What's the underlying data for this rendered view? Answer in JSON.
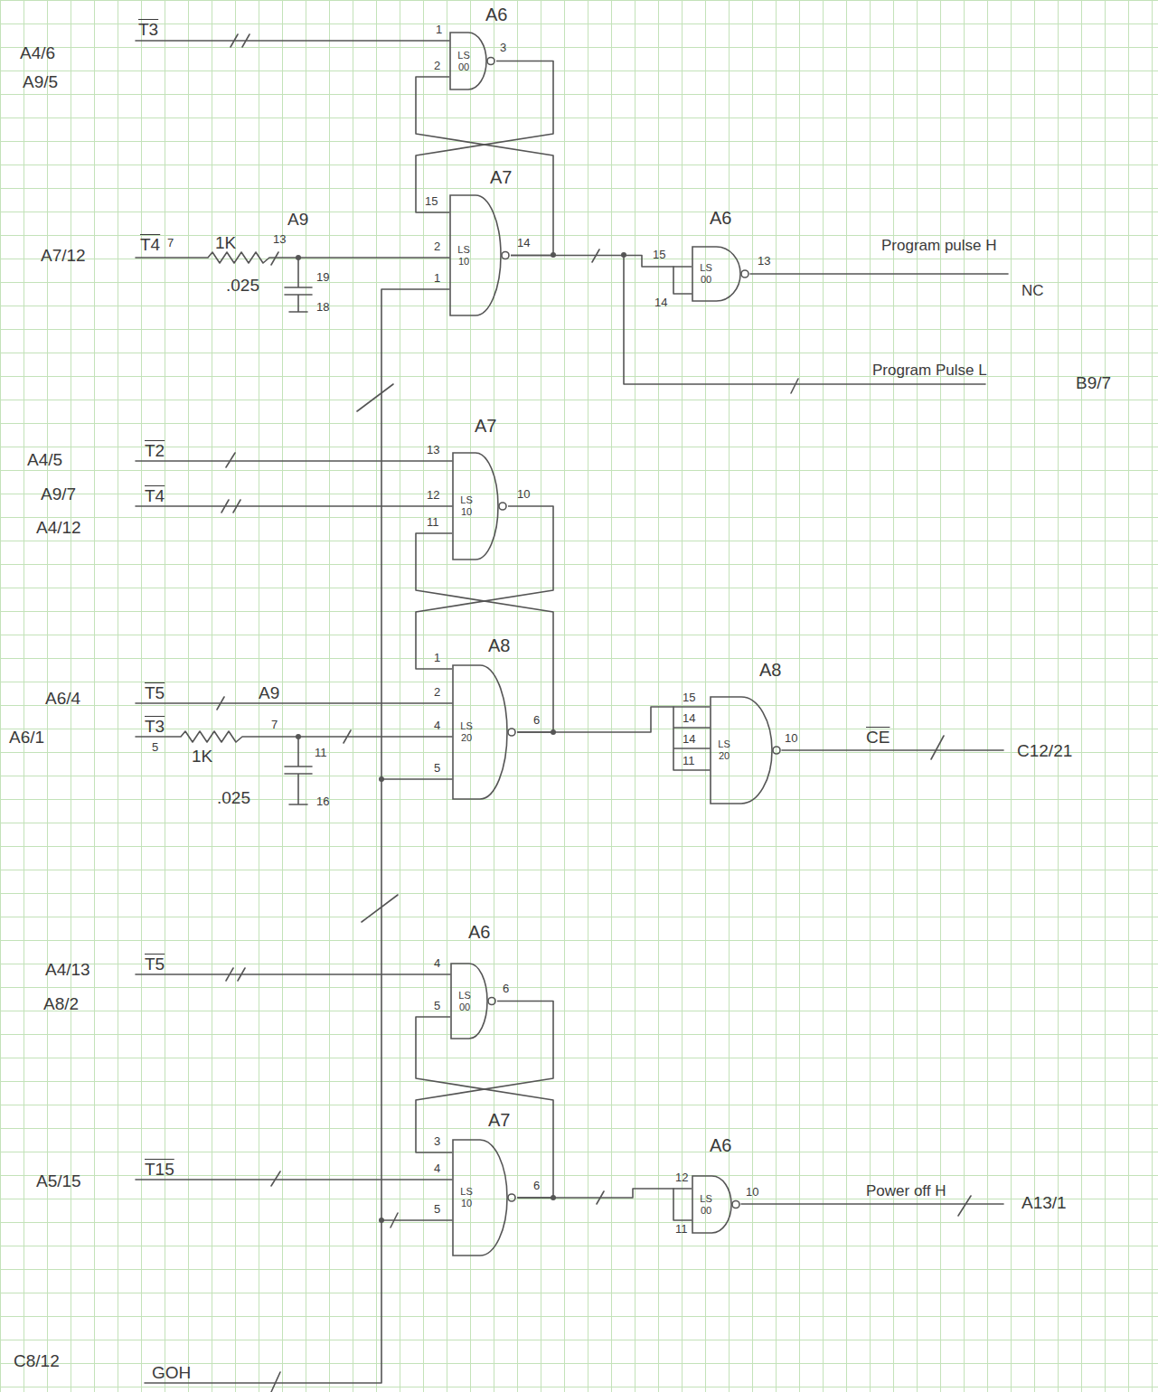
{
  "diagram": {
    "nodes": [
      {
        "text": [
          "A6",
          "LS 00"
        ]
      },
      {
        "text": [
          "A7",
          "LS 10"
        ]
      },
      {
        "text": [
          "A6",
          "LS 00"
        ]
      },
      {
        "text": [
          "A7",
          "LS 10"
        ]
      },
      {
        "text": [
          "A8",
          "LS 20"
        ]
      },
      {
        "text": [
          "A8",
          "LS 20"
        ]
      },
      {
        "text": [
          "A6",
          "LS 00"
        ]
      },
      {
        "text": [
          "A7",
          "LS 10"
        ]
      },
      {
        "text": [
          "A6",
          "LS 00"
        ]
      }
    ],
    "edges": [
      {
        "from": 0,
        "to": 1,
        "arrow": "none"
      },
      {
        "from": 1,
        "to": 0,
        "arrow": "none"
      },
      {
        "from": 1,
        "to": 2,
        "arrow": "none"
      },
      {
        "from": 3,
        "to": 4,
        "arrow": "none"
      },
      {
        "from": 4,
        "to": 3,
        "arrow": "none"
      },
      {
        "from": 4,
        "to": 5,
        "arrow": "none"
      },
      {
        "from": 6,
        "to": 7,
        "arrow": "none"
      },
      {
        "from": 7,
        "to": 6,
        "arrow": "none"
      },
      {
        "from": 7,
        "to": 8,
        "arrow": "none"
      }
    ],
    "labels": [
      "A4/6",
      "A9/5",
      "T3",
      "1",
      "2",
      "3",
      "A7/12",
      "T4",
      "7",
      "1K",
      "A9",
      "13",
      ".025",
      "19",
      "18",
      "15",
      "2",
      "1",
      "14",
      "15",
      "14",
      "13",
      "Program pulse H",
      "NC",
      "Program Pulse L",
      "B9/7",
      "A4/5",
      "A9/7",
      "A4/12",
      "T2",
      "T4",
      "13",
      "12",
      "11",
      "10",
      "A6/4",
      "A6/1",
      "T5",
      "T3",
      "A9",
      "5",
      "1K",
      "7",
      "11",
      ".025",
      "16",
      "1",
      "2",
      "4",
      "5",
      "6",
      "15",
      "14",
      "14",
      "11",
      "10",
      "CE",
      "C12/21",
      "A4/13",
      "A8/2",
      "T5",
      "4",
      "5",
      "6",
      "A5/15",
      "T15",
      "3",
      "4",
      "5",
      "6",
      "12",
      "11",
      "10",
      "Power off H",
      "A13/1",
      "C8/12",
      "GOH"
    ]
  }
}
